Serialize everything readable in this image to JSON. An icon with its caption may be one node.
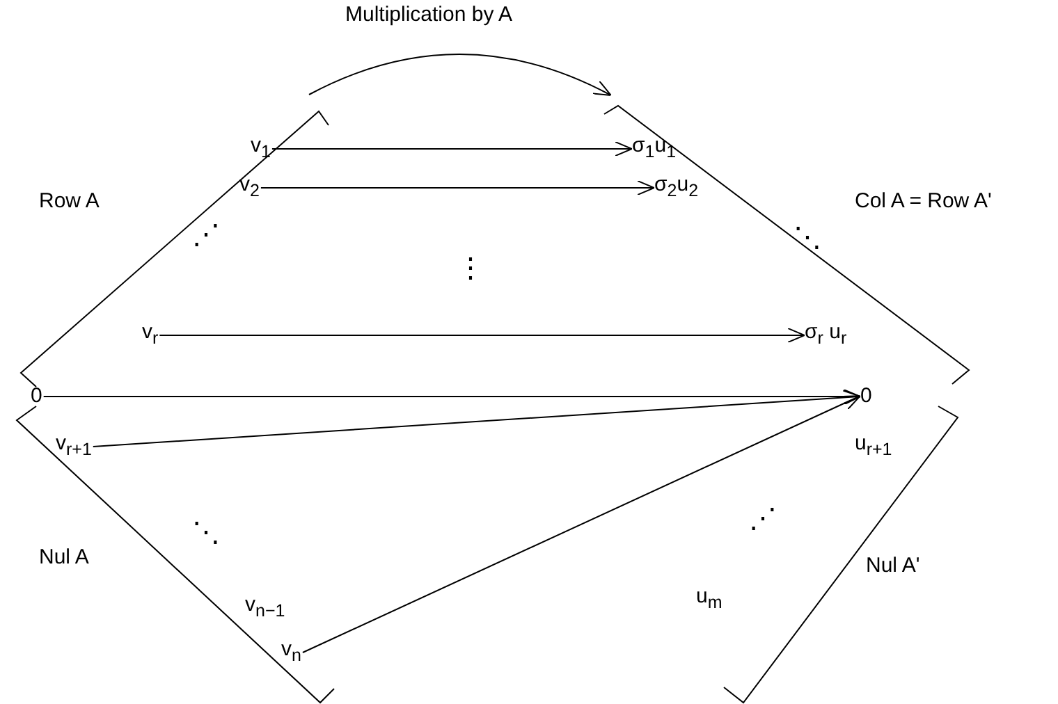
{
  "diagram": {
    "nodes": [
      {
        "text": [
          "v$_{1}$"
        ]
      },
      {
        "text": [
          "v$_{2}$"
        ]
      },
      {
        "text": [
          "v$_{r}$"
        ]
      },
      {
        "text": [
          "0"
        ]
      },
      {
        "text": [
          "v$_{r+1}$"
        ]
      },
      {
        "text": [
          "v$_{n−1}$"
        ]
      },
      {
        "text": [
          "v$_{n}$"
        ]
      },
      {
        "text": [
          "σ$_{1}$u$_{1}$"
        ]
      },
      {
        "text": [
          "σ$_{2}$u$_{2}$"
        ]
      },
      {
        "text": [
          "σ$_{r}$ u$_{r}$"
        ]
      },
      {
        "text": [
          "0"
        ]
      },
      {
        "text": [
          "u$_{r+1}$"
        ]
      },
      {
        "text": [
          "u$_{m}$"
        ]
      }
    ],
    "edges": [
      {
        "from": 0,
        "to": 7,
        "arrow": "to"
      },
      {
        "from": 1,
        "to": 8,
        "arrow": "to"
      },
      {
        "from": 2,
        "to": 9,
        "arrow": "to"
      },
      {
        "from": 3,
        "to": 10,
        "arrow": "to"
      },
      {
        "from": 4,
        "to": 10,
        "arrow": "to"
      },
      {
        "from": 6,
        "to": 10,
        "arrow": "to"
      }
    ],
    "labels": [
      "Multiplication by A",
      "Row A",
      "Col A = Row A'",
      "⋰",
      "⋮",
      "⋱",
      "⋱",
      "Nul A",
      "⋰",
      "Nul A'"
    ]
  }
}
